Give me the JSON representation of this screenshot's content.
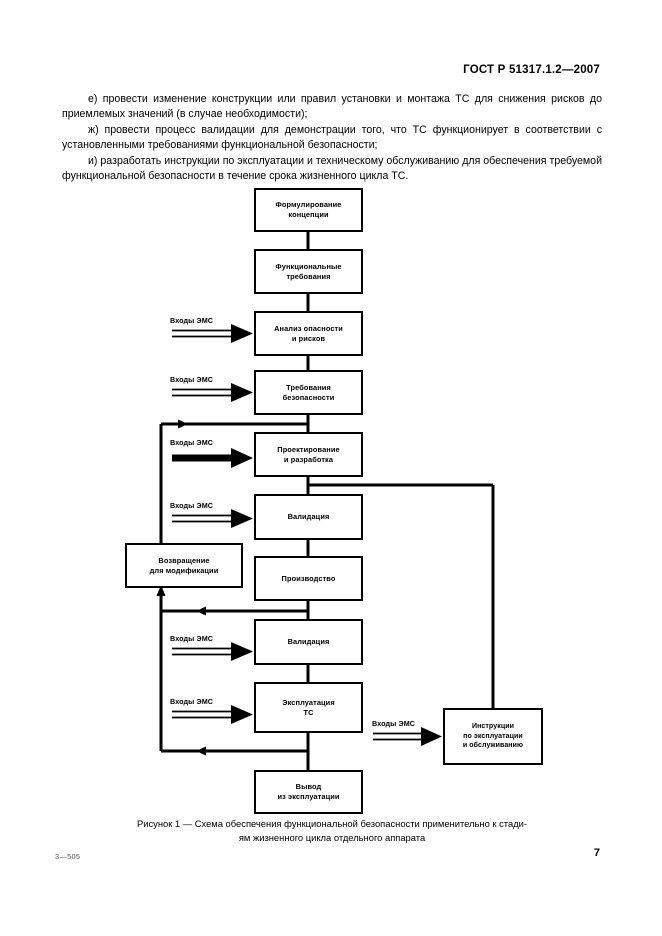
{
  "header": {
    "standard_number": "ГОСТ Р 51317.1.2—2007"
  },
  "body": {
    "paragraphs": [
      "е) провести изменение конструкции или правил установки и монтажа ТС для снижения рисков до приемлемых значений (в случае необходимости);",
      "ж) провести процесс валидации для демонстрации  того, что ТС функционирует в соответствии с установленными требованиями  функциональной  безопасности;",
      "и) разработать инструкции по эксплуатации и техническому обслуживанию для обеспечения требуемой функциональной безопасности в течение срока жизненного цикла  ТС."
    ]
  },
  "figure": {
    "nodes": [
      {
        "id": "concept",
        "label": "Формулирование\nконцепции"
      },
      {
        "id": "func-req",
        "label": "Функциональные\nтребования"
      },
      {
        "id": "hazard",
        "label": "Анализ опасности\nи рисков"
      },
      {
        "id": "safety-req",
        "label": "Требования\nбезопасности"
      },
      {
        "id": "design",
        "label": "Проектирование\nи разработка"
      },
      {
        "id": "validation-1",
        "label": "Валидация"
      },
      {
        "id": "production",
        "label": "Производство"
      },
      {
        "id": "validation-2",
        "label": "Валидация"
      },
      {
        "id": "operation",
        "label": "Эксплуатация\nТС"
      },
      {
        "id": "decommission",
        "label": "Вывод\nиз эксплуатации"
      },
      {
        "id": "modification",
        "label": "Возвращение\nдля модификации"
      },
      {
        "id": "instructions",
        "label": "Инструкции\nпо эксплуатации\nи обслуживанию"
      }
    ],
    "emc_label": "Входы ЭМС",
    "emc_inputs": [
      {
        "target": "hazard",
        "style": "double"
      },
      {
        "target": "safety-req",
        "style": "double"
      },
      {
        "target": "design",
        "style": "solid"
      },
      {
        "target": "validation-1",
        "style": "double"
      },
      {
        "target": "validation-2",
        "style": "double"
      },
      {
        "target": "operation",
        "style": "double"
      },
      {
        "target": "instructions",
        "style": "double"
      }
    ]
  },
  "caption": {
    "line1": "Рисунок 1 — Схема  обеспечения функциональной безопасности применительно к стади-",
    "line2": "ям  жизненного  цикла  отдельного  аппарата"
  },
  "footer": {
    "signature": "3—505",
    "page_number": "7"
  },
  "colors": {
    "ink": "#000000",
    "paper": "#ffffff"
  }
}
